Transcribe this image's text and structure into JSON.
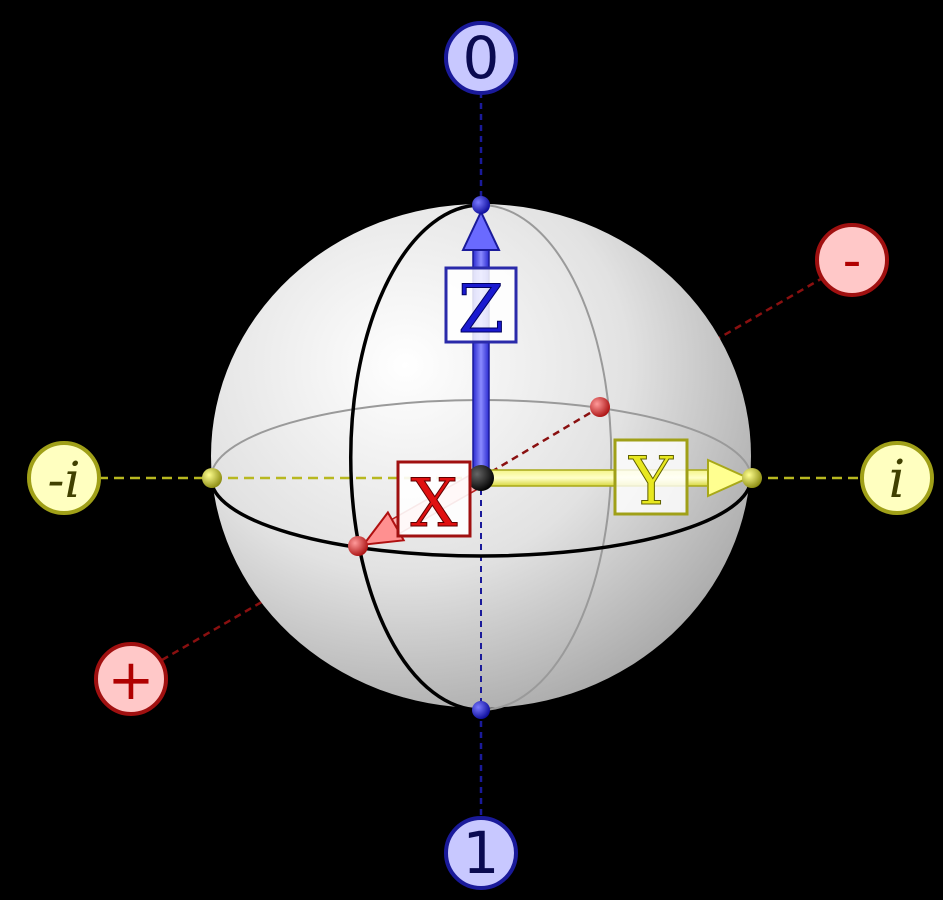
{
  "diagram": {
    "background": "#000000",
    "poles": {
      "top": "0",
      "bottom": "1",
      "plus": "+",
      "minus": "-",
      "pos_i": "i",
      "neg_i": "-i"
    },
    "axes": {
      "z": "Z",
      "x": "X",
      "y": "Y"
    },
    "colors": {
      "z_axis": "#1010cc",
      "x_axis": "#cc0000",
      "y_axis": "#dddd22",
      "pole_blue_fill": "#c8c8ff",
      "pole_red_fill": "#ffc8c8",
      "pole_yellow_fill": "#ffffc0"
    }
  }
}
